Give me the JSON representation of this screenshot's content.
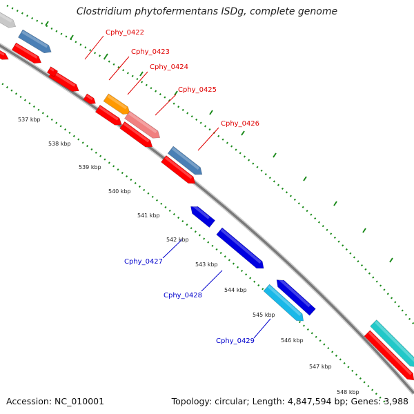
{
  "title": "Clostridium phytofermentans ISDg, complete genome",
  "footer": {
    "accession": "Accession: NC_010001",
    "summary": "Topology: circular; Length: 4,847,594 bp; Genes: 3,988"
  },
  "kbp_ticks": [
    "537 kbp",
    "538 kbp",
    "539 kbp",
    "540 kbp",
    "541 kbp",
    "542 kbp",
    "543 kbp",
    "544 kbp",
    "545 kbp",
    "546 kbp",
    "547 kbp",
    "548 kbp"
  ],
  "gene_labels": [
    {
      "text": "Cphy_0422",
      "strand": "forward"
    },
    {
      "text": "Cphy_0423",
      "strand": "forward"
    },
    {
      "text": "Cphy_0424",
      "strand": "forward"
    },
    {
      "text": "Cphy_0425",
      "strand": "forward"
    },
    {
      "text": "Cphy_0426",
      "strand": "forward"
    },
    {
      "text": "Cphy_0427",
      "strand": "reverse"
    },
    {
      "text": "Cphy_0428",
      "strand": "reverse"
    },
    {
      "text": "Cphy_0429",
      "strand": "reverse"
    }
  ],
  "colors": {
    "forward_label": "#e00000",
    "reverse_label": "#0000cc",
    "backbone": "#888888",
    "tick_dots": "#1a8a1a",
    "cds_red": "#ff0000",
    "steel_blue": "#4a7fb5",
    "orange": "#ff9900",
    "salmon": "#f08080",
    "blue": "#0000e0",
    "light_blue": "#1ab8e8",
    "teal": "#22c8c8",
    "gray": "#c8c8c8"
  }
}
